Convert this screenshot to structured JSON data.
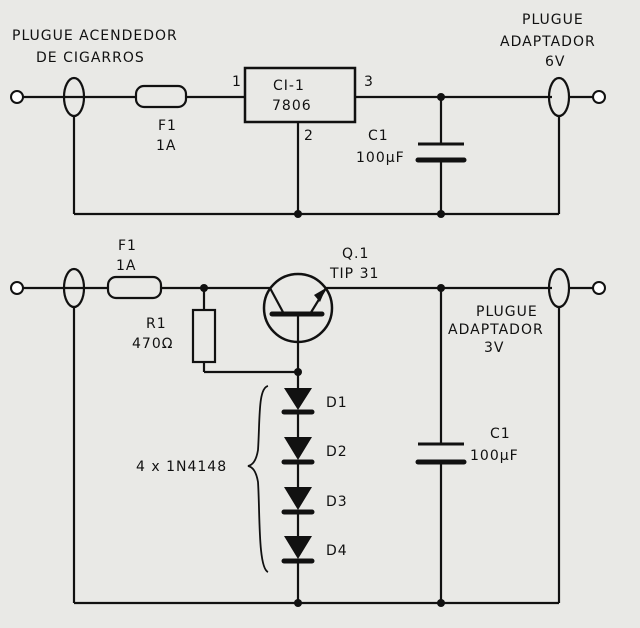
{
  "top": {
    "input_plug": [
      "PLUGUE ACENDEDOR",
      "DE  CIGARROS"
    ],
    "fuse_name": "F1",
    "fuse_value": "1A",
    "ic_name": "CI-1",
    "ic_part": "7806",
    "pin1": "1",
    "pin2": "2",
    "pin3": "3",
    "cap_name": "C1",
    "cap_value": "100µF",
    "output_plug": [
      "PLUGUE",
      "ADAPTADOR",
      "6V"
    ]
  },
  "bottom": {
    "fuse_name": "F1",
    "fuse_value": "1A",
    "transistor_name": "Q.1",
    "transistor_part": "TIP 31",
    "resistor_name": "R1",
    "resistor_value": "470Ω",
    "diodes": [
      "D1",
      "D2",
      "D3",
      "D4"
    ],
    "diode_group": "4 x 1N4148",
    "cap_name": "C1",
    "cap_value": "100µF",
    "output_plug": [
      "PLUGUE",
      "ADAPTADOR",
      "3V"
    ]
  }
}
